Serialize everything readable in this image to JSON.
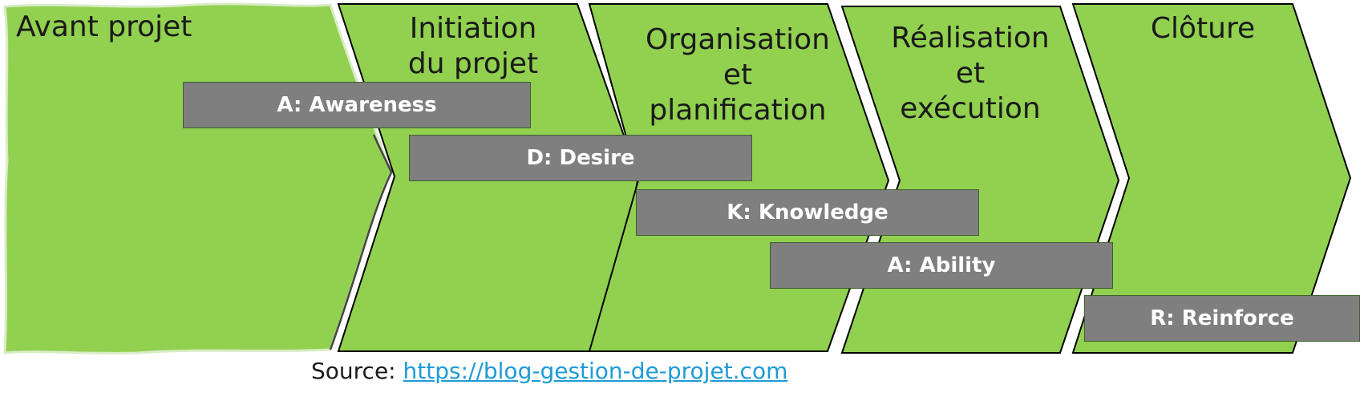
{
  "phases": [
    {
      "lines": [
        "Avant projet"
      ]
    },
    {
      "lines": [
        "Initiation",
        "du projet"
      ]
    },
    {
      "lines": [
        "Organisation",
        "et",
        "planification"
      ]
    },
    {
      "lines": [
        "Réalisation",
        "et",
        "exécution"
      ]
    },
    {
      "lines": [
        "Clôture"
      ]
    }
  ],
  "adkar": [
    {
      "label": "A: Awareness"
    },
    {
      "label": "D: Desire"
    },
    {
      "label": "K: Knowledge"
    },
    {
      "label": "A: Ability"
    },
    {
      "label": "R: Reinforce"
    }
  ],
  "source": {
    "prefix": "Source: ",
    "link_text": "https://blog-gestion-de-projet.com"
  },
  "colors": {
    "phase_fill": "#92d050",
    "bar_fill": "#7f7f7f",
    "link": "#1e9bd7"
  }
}
